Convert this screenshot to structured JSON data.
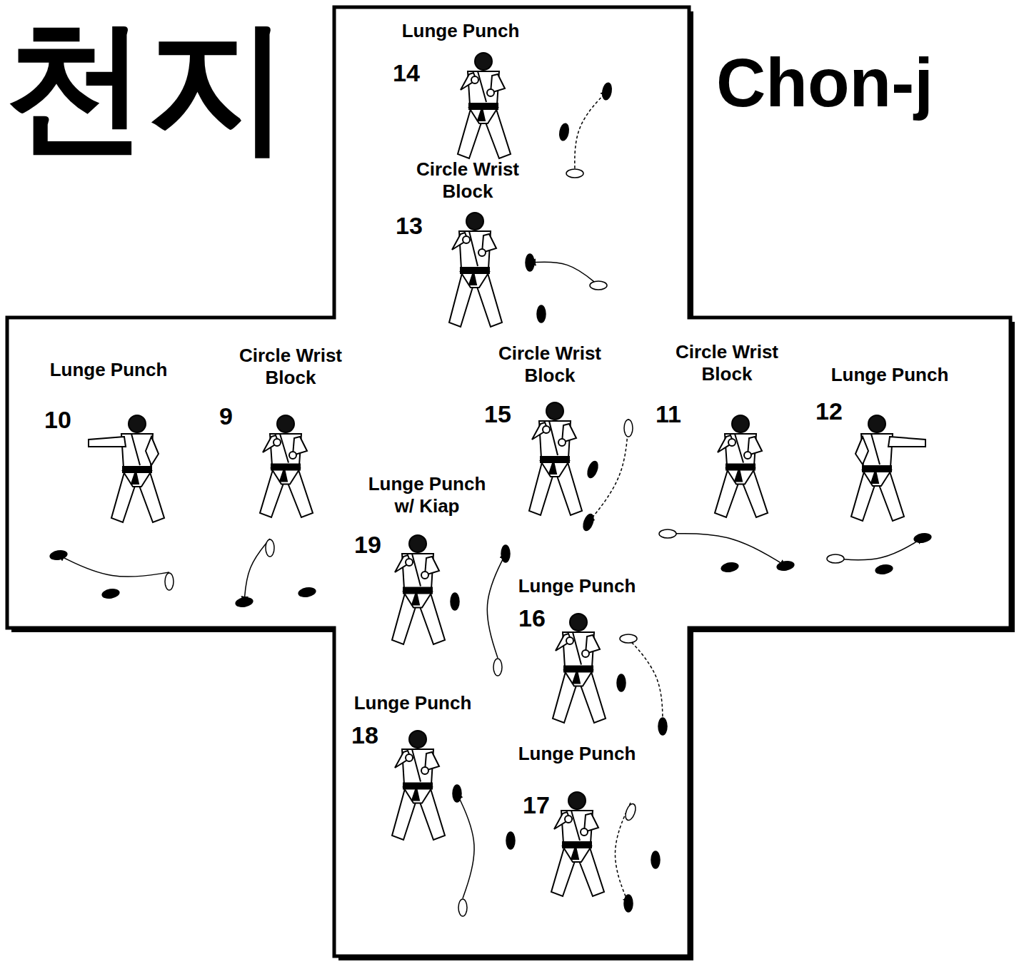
{
  "diagram": {
    "title": "Chon-j",
    "labels": [
      "천지",
      "Lunge Punch",
      "14",
      "Circle Wrist Block",
      "13",
      "Lunge Punch",
      "10",
      "Circle Wrist Block",
      "9",
      "Circle Wrist Block",
      "15",
      "Circle Wrist Block",
      "11",
      "Lunge Punch",
      "12",
      "Lunge Punch w/ Kiap",
      "19",
      "Lunge Punch",
      "16",
      "Lunge Punch",
      "18",
      "Lunge Punch",
      "17"
    ]
  }
}
